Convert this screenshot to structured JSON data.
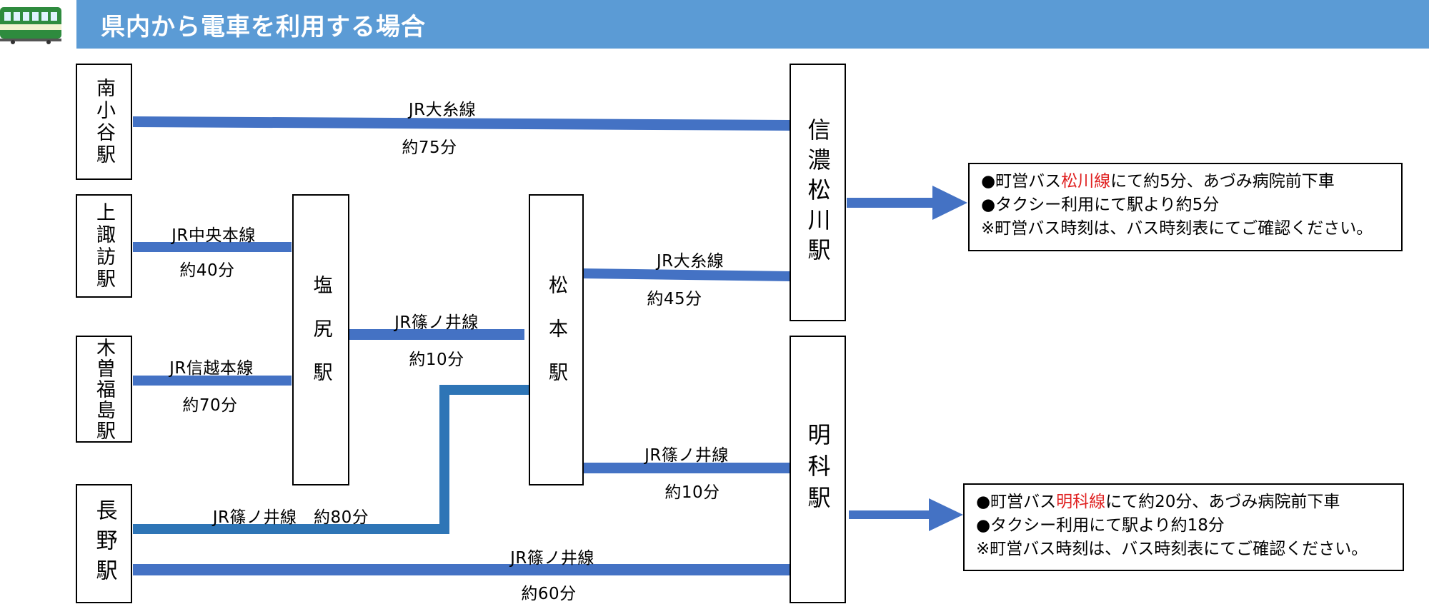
{
  "header": {
    "title": "県内から電車を利用する場合"
  },
  "icons": {
    "train": "train-icon",
    "accent": "#5b9bd5",
    "line_color": "#4472c4",
    "highlight": "#e02020"
  },
  "stations": {
    "minami_otari": "南小谷駅",
    "kami_suwa": "上諏訪駅",
    "kiso_fukushima": "木曽福島駅",
    "nagano": "長野駅",
    "shiojiri": "塩尻駅",
    "matsumoto": "松本駅",
    "shinano_matsukawa": "信濃松川駅",
    "akashina": "明科駅"
  },
  "routes": {
    "r1": {
      "line": "JR大糸線",
      "time": "約75分"
    },
    "r2": {
      "line": "JR中央本線",
      "time": "約40分"
    },
    "r3": {
      "line": "JR信越本線",
      "time": "約70分"
    },
    "r4": {
      "line": "JR篠ノ井線",
      "time": "約10分"
    },
    "r5": {
      "line": "JR大糸線",
      "time": "約45分"
    },
    "r6": {
      "line": "JR篠ノ井線",
      "time": "約10分"
    },
    "r7": {
      "line": "JR篠ノ井線　約80分"
    },
    "r8": {
      "line": "JR篠ノ井線",
      "time": "約60分"
    }
  },
  "info_matsukawa": {
    "bus_prefix": "●町営バス",
    "bus_line": "松川線",
    "bus_suffix": "にて約5分、あづみ病院前下車",
    "taxi": "●タクシー利用にて駅より約5分",
    "note": "※町営バス時刻は、バス時刻表にてご確認ください。"
  },
  "info_akashina": {
    "bus_prefix": "●町営バス",
    "bus_line": "明科線",
    "bus_suffix": "にて約20分、あづみ病院前下車",
    "taxi": "●タクシー利用にて駅より約18分",
    "note": "※町営バス時刻は、バス時刻表にてご確認ください。"
  }
}
